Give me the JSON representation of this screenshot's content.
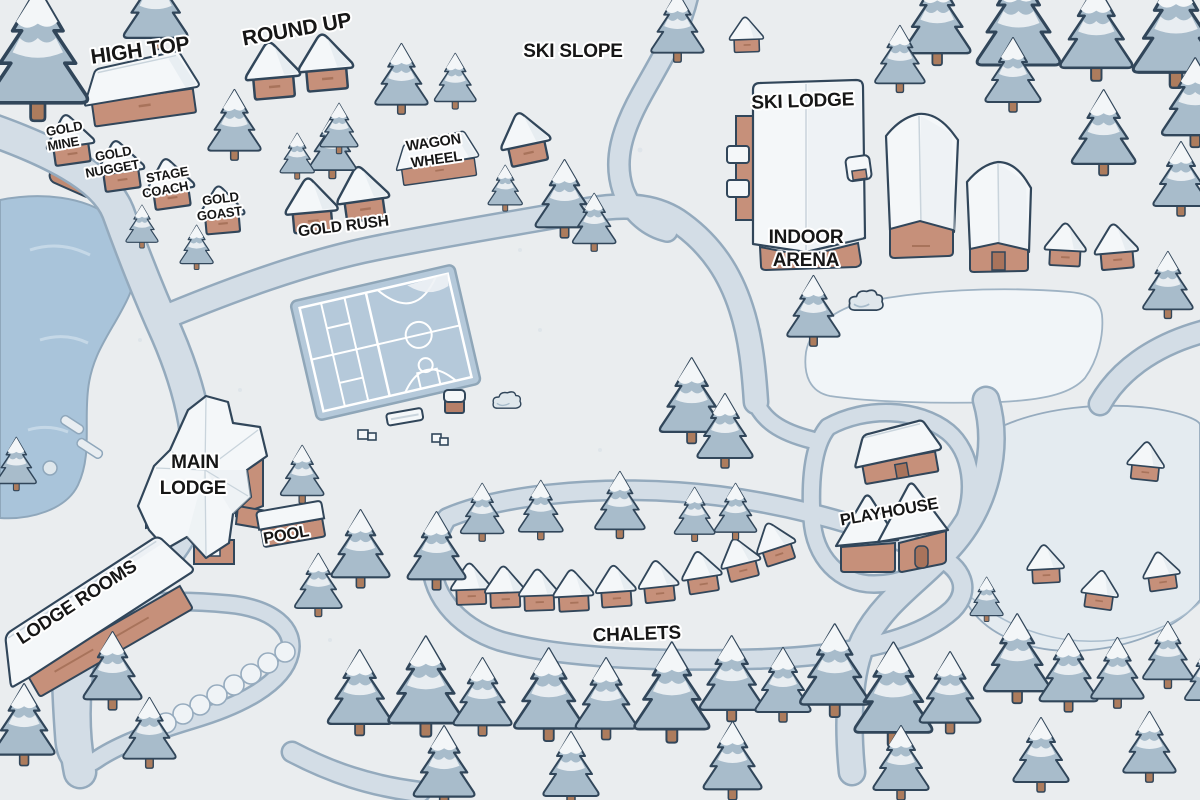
{
  "map": {
    "labels": {
      "high_top": "HIGH TOP",
      "round_up": "ROUND UP",
      "ski_slope": "SKI SLOPE",
      "ski_lodge": "SKI LODGE",
      "indoor_arena": [
        "INDOOR",
        "ARENA"
      ],
      "gold_mine": [
        "GOLD",
        "MINE"
      ],
      "gold_nugget": [
        "GOLD",
        "NUGGET"
      ],
      "stage_coach": [
        "STAGE",
        "COACH"
      ],
      "gold_goast": [
        "GOLD",
        "GOAST"
      ],
      "wagon_wheel": [
        "WAGON",
        "WHEEL"
      ],
      "gold_rush": "GOLD RUSH",
      "main_lodge": [
        "MAIN",
        "LODGE"
      ],
      "pool": "POOL",
      "lodge_rooms": "LODGE ROOMS",
      "chalets": "CHALETS",
      "playhouse": "PLAYHOUSE"
    },
    "colors": {
      "snow": "#eaedef",
      "path_fill": "#d3dde6",
      "path_outline": "#94aabd",
      "lake": "#a9c4da",
      "tree_body": "#a8bccb",
      "tree_snow": "#f3f6f8",
      "trunk": "#ad7c5d",
      "cabin_wall": "#c6907a",
      "roof_snow": "#f4f7f9",
      "court_pad": "#b5c9da",
      "court_line": "#ffffff",
      "ink_outline": "#31465a",
      "label_fill": "#161616",
      "label_halo": "#ffffff"
    }
  }
}
